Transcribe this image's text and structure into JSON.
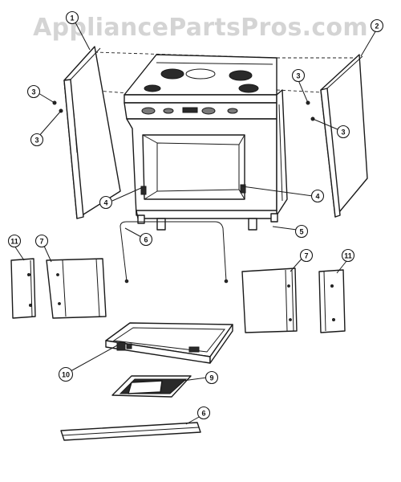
{
  "watermark": {
    "text": "AppliancePartsPros.com"
  },
  "callouts": {
    "c1": "1",
    "c2": "2",
    "c3a": "3",
    "c3b": "3",
    "c3c": "3",
    "c3d": "3",
    "c4a": "4",
    "c4b": "4",
    "c5": "5",
    "c6a": "6",
    "c6b": "6",
    "c7a": "7",
    "c7b": "7",
    "c9": "9",
    "c10": "10",
    "c11a": "11",
    "c11b": "11"
  },
  "colors": {
    "ink": "#1a1a1a",
    "watermark": "#d4d4d4",
    "background": "#ffffff"
  }
}
